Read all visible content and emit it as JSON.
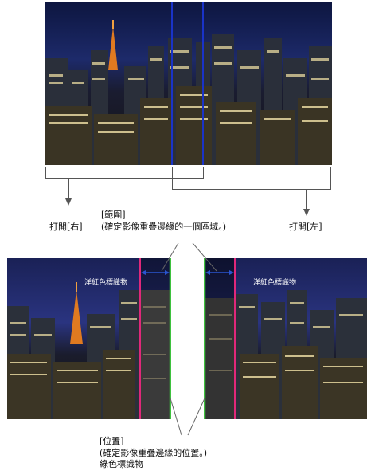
{
  "top_image": {
    "alt_description": ""
  },
  "labels": {
    "open_right": "打開[右]",
    "open_left": "打開[左]",
    "range_title": "[範圍]",
    "range_desc": "(確定影像重疊邊緣的一個區域。)",
    "position_title": "[位置]",
    "position_desc": "(確定影像重疊邊緣的位置。)",
    "green_marker": "綠色標識物",
    "magenta_marker_left": "洋紅色標識物",
    "magenta_marker_right": "洋紅色標識物"
  },
  "colors": {
    "blue_line": "#1a33c8",
    "magenta_line": "#e0287a",
    "green_line": "#3ec23e",
    "arrow_blue": "#2a55d0"
  }
}
